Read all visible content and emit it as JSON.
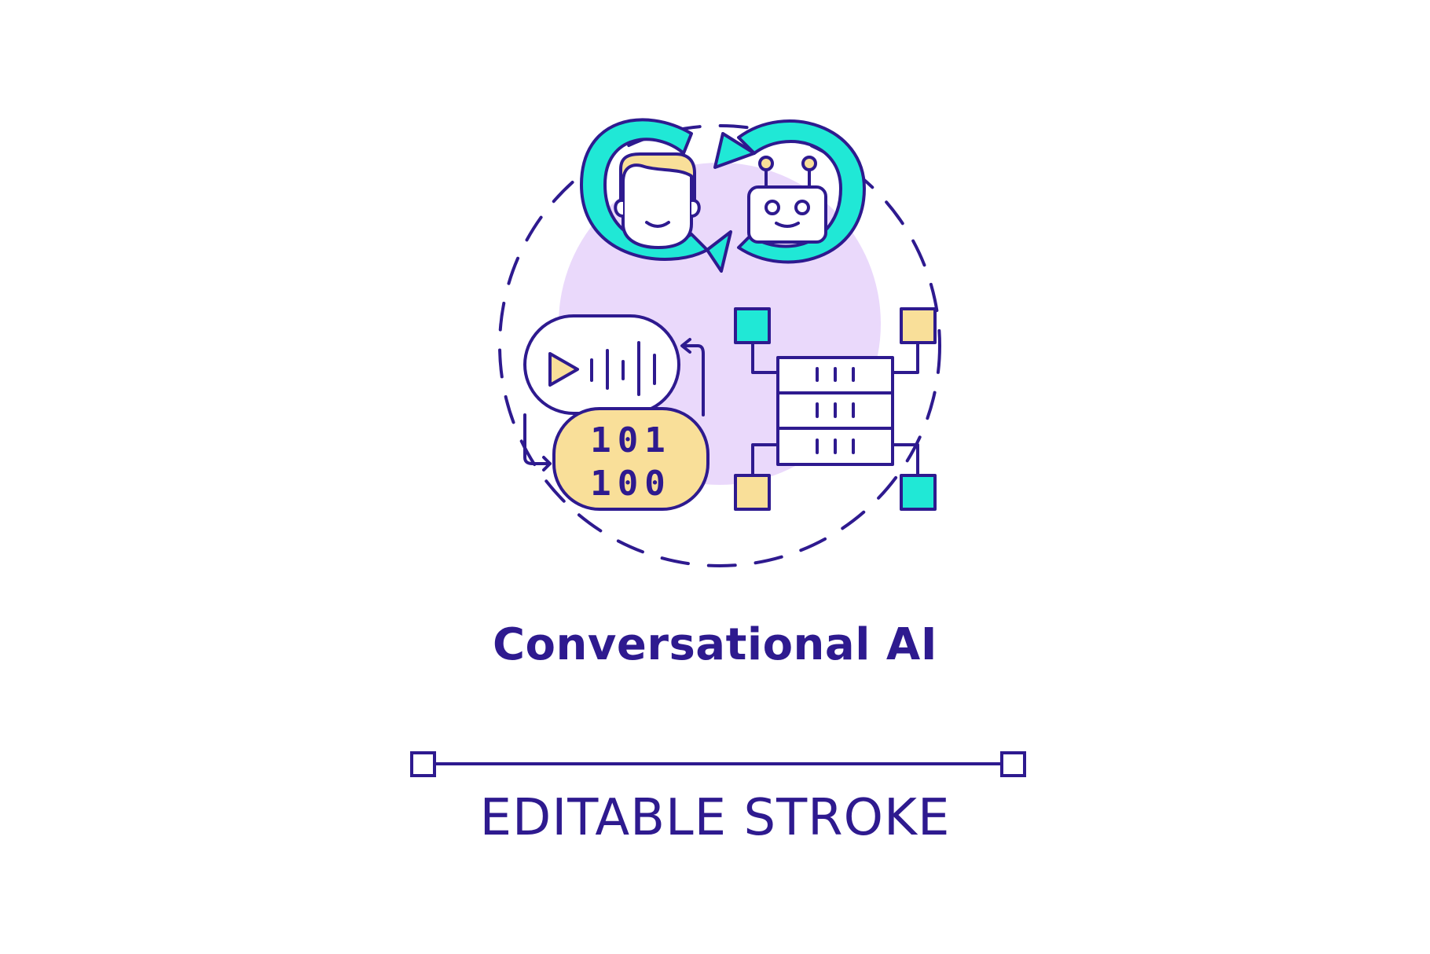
{
  "title": "Conversational AI",
  "subtitle": "EDITABLE STROKE",
  "binary": {
    "line1": "101",
    "line2": "100"
  },
  "icons": [
    "human-face-icon",
    "robot-icon",
    "refresh-arrows-icon",
    "audio-play-icon",
    "binary-code-icon",
    "database-server-icon"
  ],
  "colors": {
    "stroke": "#2e1a8f",
    "teal": "#20e8d6",
    "yellow": "#f9df99",
    "lavender": "#ead9fb",
    "background": "#ffffff"
  }
}
